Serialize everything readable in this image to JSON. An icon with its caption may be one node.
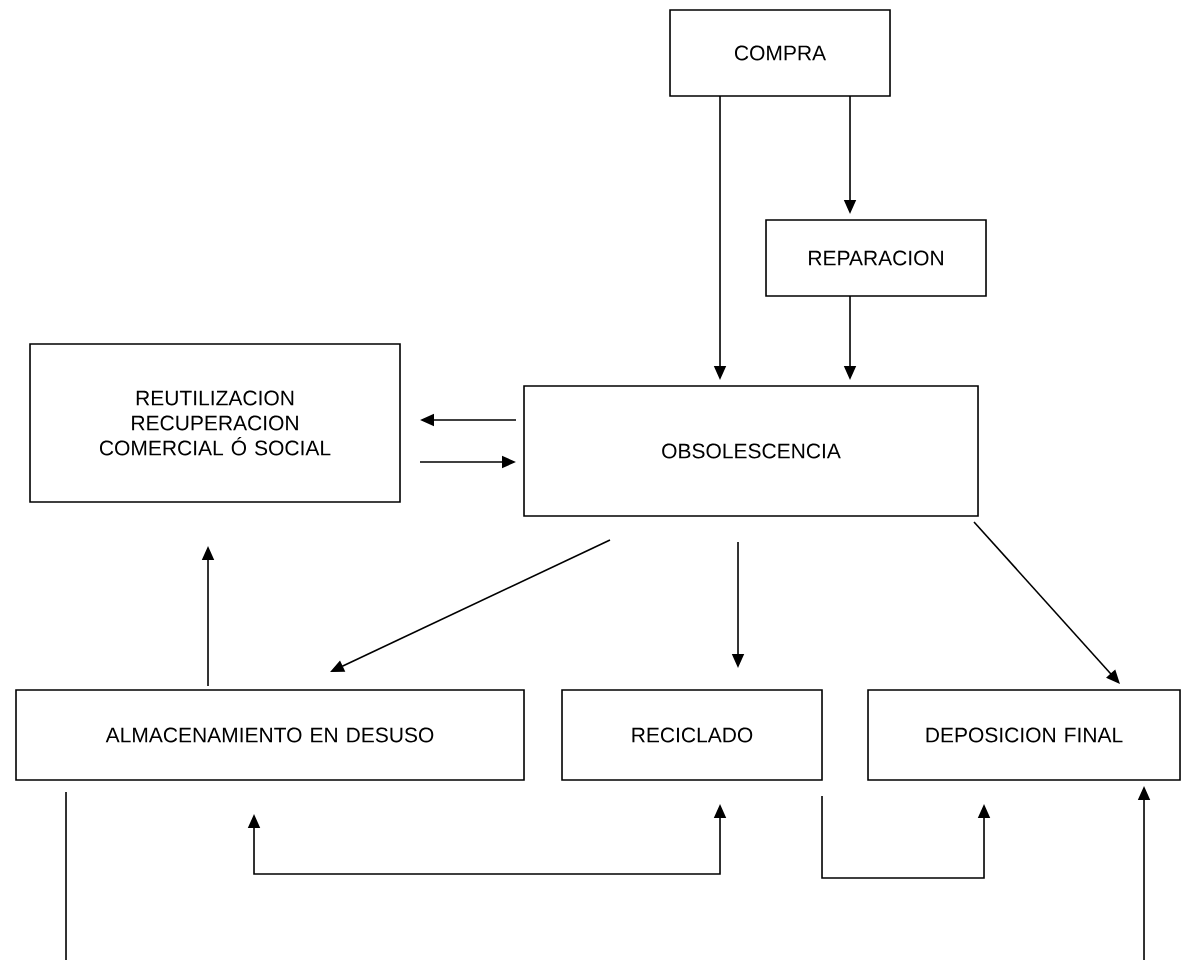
{
  "diagram": {
    "nodes": [
      {
        "text": [
          "COMPRA"
        ]
      },
      {
        "text": [
          "REPARACION"
        ]
      },
      {
        "text": [
          "REUTILIZACION RECUPERACION COMERCIAL Ó SOCIAL"
        ]
      },
      {
        "text": [
          "OBSOLESCENCIA"
        ]
      },
      {
        "text": [
          "ALMACENAMIENTO EN DESUSO"
        ]
      },
      {
        "text": [
          "RECICLADO"
        ]
      },
      {
        "text": [
          "DEPOSICION FINAL"
        ]
      }
    ],
    "edges": [
      {
        "from": 0,
        "to": 3,
        "arrow": "to"
      },
      {
        "from": 0,
        "to": 1,
        "arrow": "to"
      },
      {
        "from": 1,
        "to": 3,
        "arrow": "to"
      },
      {
        "from": 3,
        "to": 2,
        "arrow": "to"
      },
      {
        "from": 2,
        "to": 3,
        "arrow": "to"
      },
      {
        "from": 3,
        "to": 4,
        "arrow": "to"
      },
      {
        "from": 3,
        "to": 5,
        "arrow": "to"
      },
      {
        "from": 3,
        "to": 6,
        "arrow": "to"
      },
      {
        "from": 4,
        "to": 2,
        "arrow": "to"
      },
      {
        "from": 4,
        "to": 5,
        "arrow": "both"
      },
      {
        "from": 5,
        "to": 6,
        "arrow": "to"
      },
      {
        "from": 4,
        "to": null,
        "arrow": "none"
      },
      {
        "from": null,
        "to": 6,
        "arrow": "to"
      }
    ]
  }
}
